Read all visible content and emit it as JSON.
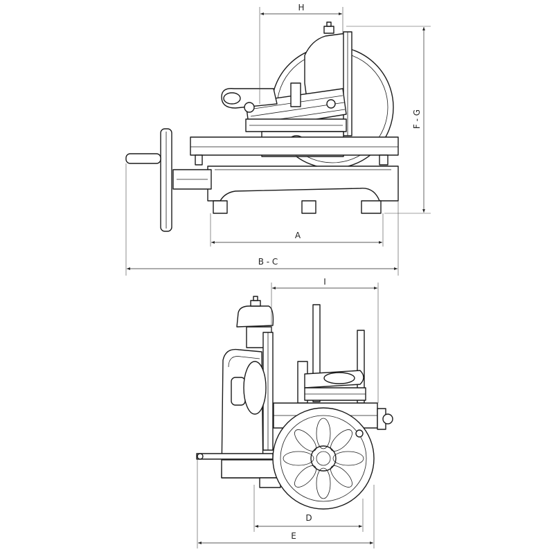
{
  "dimensions": {
    "H": "H",
    "A": "A",
    "BC": "B - C",
    "FG": "F - G",
    "I": "I",
    "D": "D",
    "E": "E"
  },
  "views": [
    "side-view",
    "front-view"
  ]
}
